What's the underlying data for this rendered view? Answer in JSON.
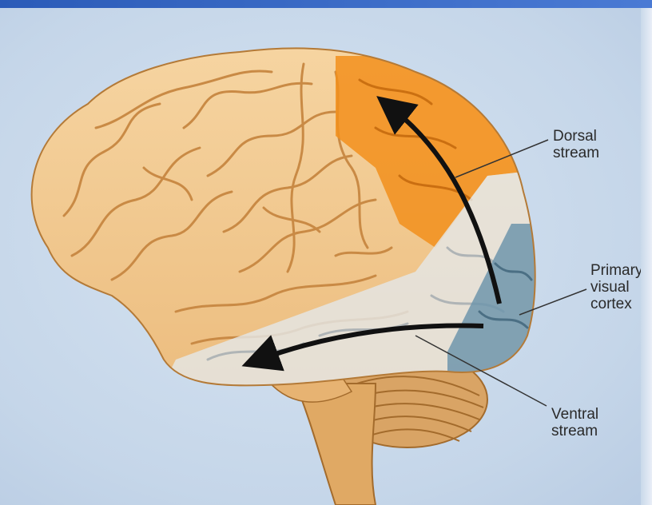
{
  "labels": {
    "dorsal": {
      "line1": "Dorsal",
      "line2": "stream"
    },
    "primary": {
      "line1": "Primary",
      "line2": "visual",
      "line3": "cortex"
    },
    "ventral": {
      "line1": "Ventral",
      "line2": "stream"
    }
  },
  "colors": {
    "brain": "#f3c98e",
    "dorsal_region": "#f28f1c",
    "temporal_region": "#dfe3e6",
    "visual_cortex": "#6f95ab",
    "arrow": "#111111",
    "background": "#c9d9ea",
    "top_bar": "#2b5bb8"
  }
}
